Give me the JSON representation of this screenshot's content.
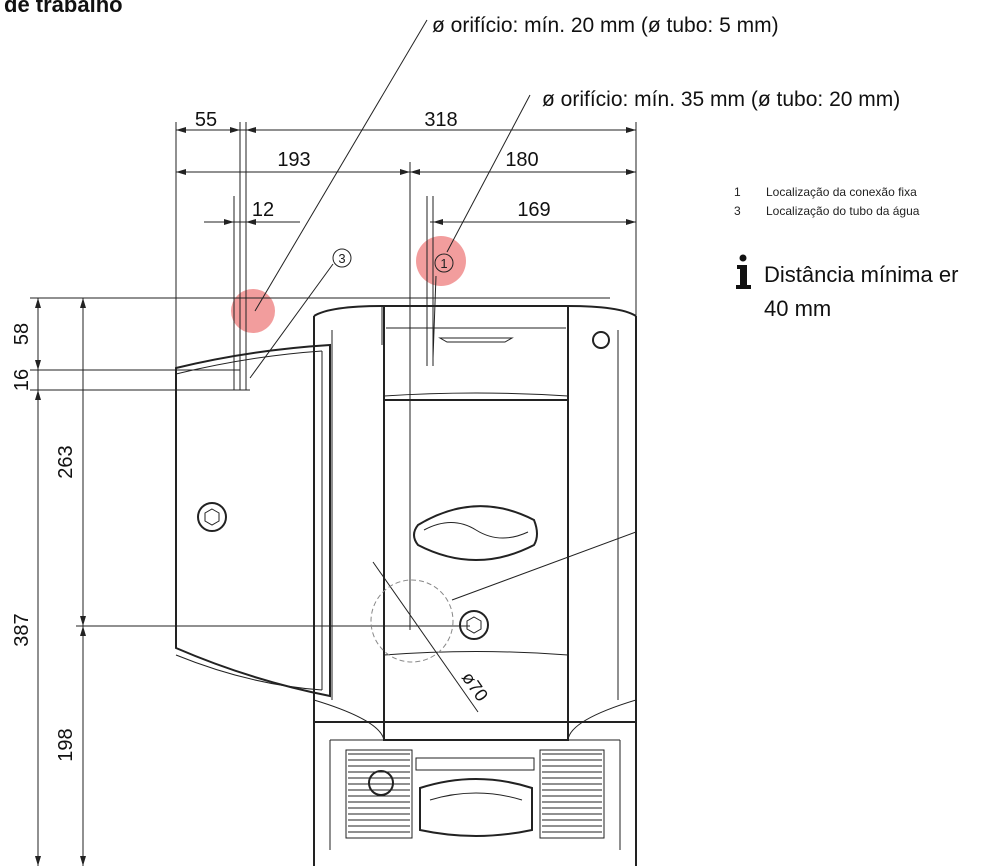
{
  "title": "de trabalho",
  "callouts": {
    "small_hole": "ø orifício: mín. 20 mm (ø tubo: 5 mm)",
    "large_hole": "ø orifício: mín. 35 mm (ø tubo: 20 mm)"
  },
  "dimensions": {
    "d55": "55",
    "d318": "318",
    "d193": "193",
    "d180": "180",
    "d12": "12",
    "d169": "169",
    "d58": "58",
    "d16": "16",
    "d263": "263",
    "d387": "387",
    "d198": "198",
    "dia70": "ø70"
  },
  "markers": {
    "m1": "1",
    "m3": "3"
  },
  "legend": [
    {
      "num": "1",
      "text": "Localização da conexão fixa"
    },
    {
      "num": "3",
      "text": "Localização do tubo da água"
    }
  ],
  "note": {
    "icon": "info-icon",
    "line1": "Distância mínima er",
    "line2": "40 mm"
  },
  "colors": {
    "highlight": "#f08c8c",
    "line": "#222222"
  }
}
